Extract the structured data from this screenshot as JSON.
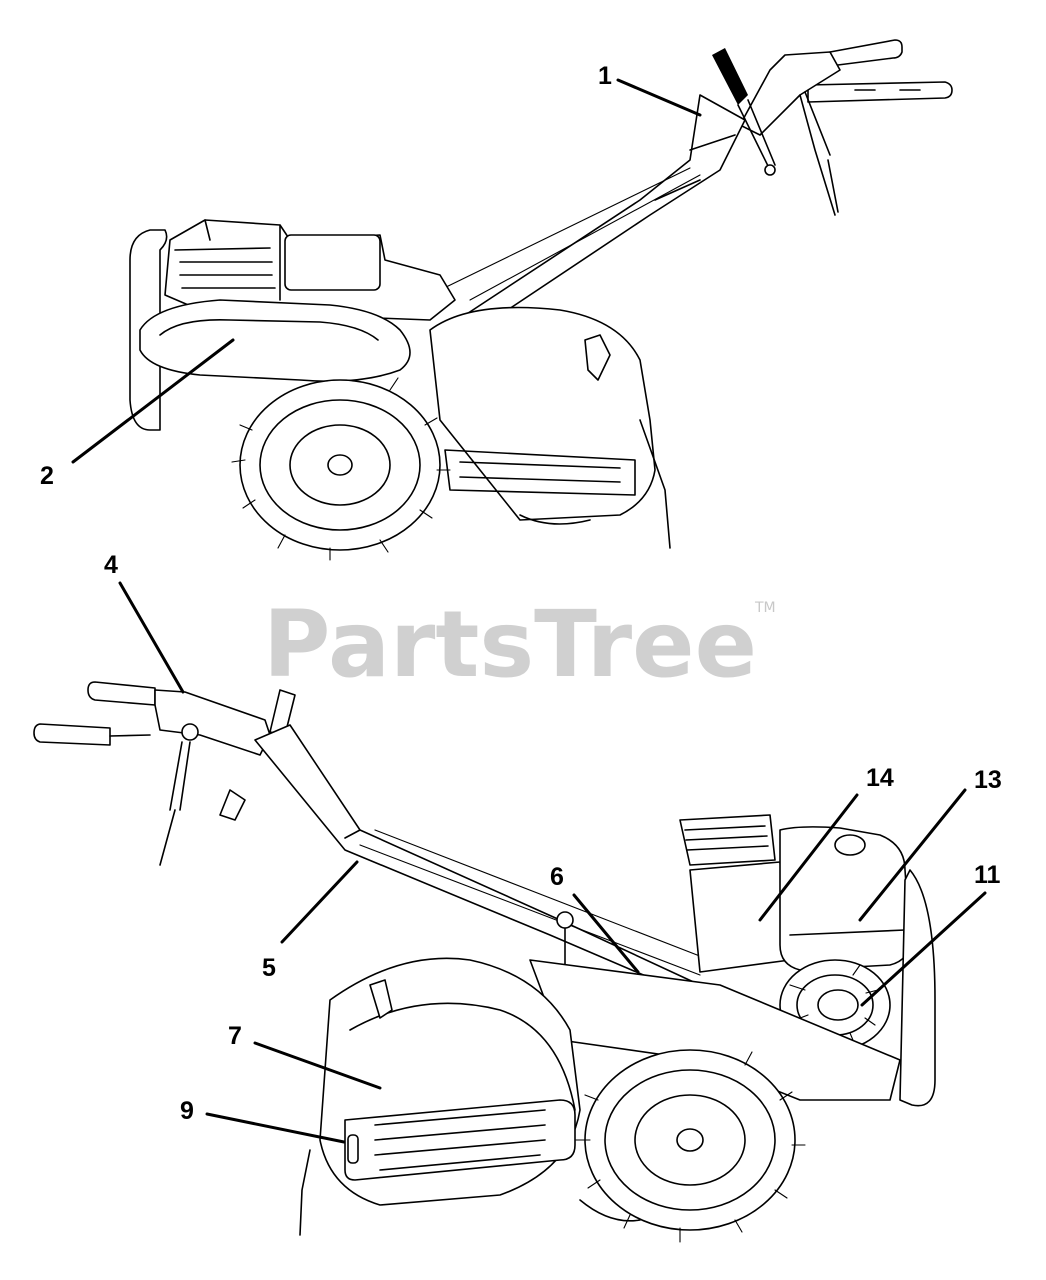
{
  "watermark": {
    "text": "PartsTree",
    "trademark": "TM"
  },
  "callouts": {
    "c1": "1",
    "c2": "2",
    "c4": "4",
    "c5": "5",
    "c6": "6",
    "c7": "7",
    "c9": "9",
    "c11": "11",
    "c13": "13",
    "c14": "14"
  },
  "colors": {
    "line": "#000000",
    "watermark": "#d0d0d0",
    "background": "#ffffff"
  }
}
